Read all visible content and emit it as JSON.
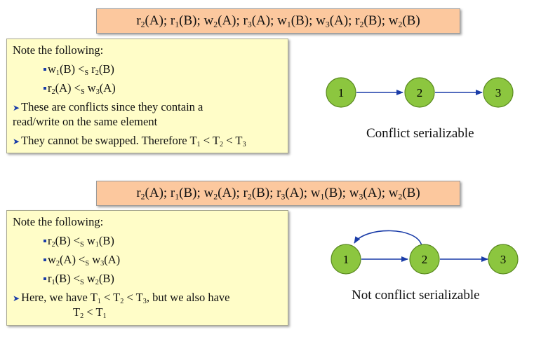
{
  "example1": {
    "schedule": [
      "r",
      "2",
      "(A); r",
      "1",
      "(B); w",
      "2",
      "(A); r",
      "3",
      "(A); w",
      "1",
      "(B); w",
      "3",
      "(A); r",
      "2",
      "(B); w",
      "2",
      "(B)"
    ],
    "note_title": "Note the following:",
    "conflicts": [
      [
        "w",
        "1",
        "(B) <",
        "S",
        " r",
        "2",
        "(B)"
      ],
      [
        "r",
        "2",
        "(A) <",
        "S",
        " w",
        "3",
        "(A)"
      ]
    ],
    "point1_line1": "These are conflicts since they contain a",
    "point1_line2": "read/write on the same element",
    "point2": [
      "They cannot be swapped. Therefore T",
      "1",
      " < T",
      "2",
      " < T",
      "3"
    ],
    "graph_nodes": [
      "1",
      "2",
      "3"
    ],
    "caption": "Conflict serializable"
  },
  "example2": {
    "schedule": [
      "r",
      "2",
      "(A); r",
      "1",
      "(B); w",
      "2",
      "(A); r",
      "2",
      "(B); r",
      "3",
      "(A); w",
      "1",
      "(B); w",
      "3",
      "(A); w",
      "2",
      "(B)"
    ],
    "note_title": "Note the following:",
    "conflicts": [
      [
        "r",
        "2",
        "(B) <",
        "S",
        " w",
        "1",
        "(B)"
      ],
      [
        "w",
        "2",
        "(A) <",
        "S",
        " w",
        "3",
        "(A)"
      ],
      [
        "r",
        "1",
        "(B) <",
        "S",
        " w",
        "2",
        "(B)"
      ]
    ],
    "point1": [
      "Here, we have T",
      "1",
      " < T",
      "2",
      " < T",
      "3",
      ", but we also have"
    ],
    "point1_cont": [
      "T",
      "2",
      " < T",
      "1"
    ],
    "graph_nodes": [
      "1",
      "2",
      "3"
    ],
    "caption": "Not conflict serializable"
  },
  "colors": {
    "schedule_bg": "#fcc89e",
    "note_bg": "#fffdc8",
    "node_fill": "#8cc63f",
    "edge": "#1a3ca8"
  },
  "icons": {
    "bullet": "square-bullet-icon",
    "point": "arrowhead-bullet-icon"
  }
}
